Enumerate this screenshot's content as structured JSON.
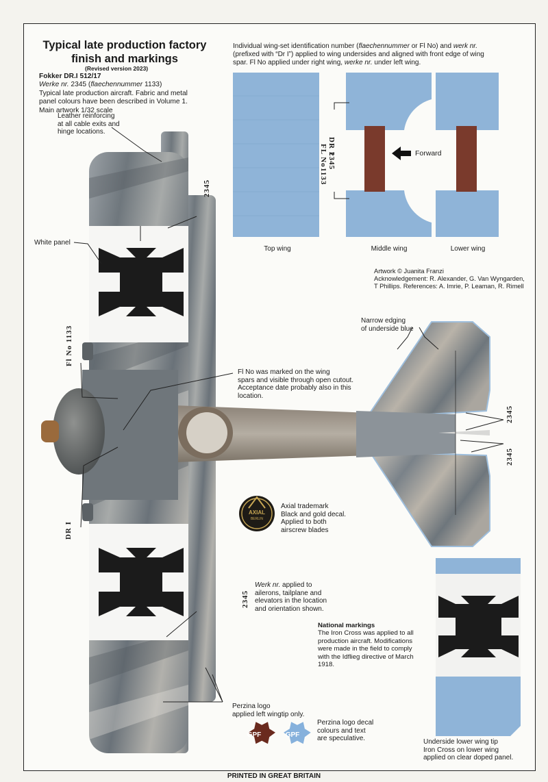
{
  "title_line1": "Typical late production factory",
  "title_line2": "finish and markings",
  "revision": "(Revised version 2023)",
  "aircraft": {
    "model": "Fokker DR.I 512/17",
    "werke_prefix": "Werke nr.",
    "werke_value": " 2345 (",
    "flaechen": "flaechennummer",
    "flaechen_value": " 1133)",
    "desc_line1": "Typical late production aircraft. Fabric and metal",
    "desc_line2": "panel colours have been described in Volume 1.",
    "desc_line3": "Main artwork 1/32 scale"
  },
  "wingset_note": {
    "line1a": "Individual wing-set identification number (",
    "line1b": "flaechennummer",
    "line1c": " or Fl No) and ",
    "line1d": "werk nr.",
    "line2": "(prefixed with “Dr I”) applied to wing undersides and aligned with front edge of wing",
    "line3a": "spar. Fl No applied under right wing, ",
    "line3b": "werke nr.",
    "line3c": " under left wing."
  },
  "wing_labels": {
    "top": "Top wing",
    "middle": "Middle wing",
    "lower": "Lower wing"
  },
  "forward": "Forward",
  "middle_marks": {
    "dr1": "DR I",
    "num": "2345",
    "flno": "FL No",
    "flnum": "1133"
  },
  "credits": {
    "line1": "Artwork © Juanita Franzi",
    "line2": "Acknowledgement: R. Alexander, G. Van Wyngarden,",
    "line3": "T Phillips. References: A. Imrie, P. Leaman, R. Rimell"
  },
  "callouts": {
    "leather_1": "Leather reinforcing",
    "leather_2": "at all cable exits and",
    "leather_3": "hinge locations.",
    "white_panel": "White panel",
    "narrow_1": "Narrow edging",
    "narrow_2": "of underside blue",
    "flno_1": "Fl No was marked on the wing",
    "flno_2": "spars and visible through open cutout.",
    "flno_3": "Acceptance date probably also in this",
    "flno_4": "location.",
    "axial_1": "Axial trademark",
    "axial_2": "Black and gold decal.",
    "axial_3": "Applied to both",
    "axial_4": "airscrew blades",
    "werk_1a": "Werk nr.",
    "werk_1b": " applied to",
    "werk_2": "ailerons, tailplane and",
    "werk_3": "elevators in the location",
    "werk_4": "and orientation shown.",
    "nat_title": "National markings",
    "nat_1": "The Iron Cross was applied to all",
    "nat_2": "production aircraft. Modifications",
    "nat_3": "were made in the field to comply",
    "nat_4": "with the Idflieg directive of March",
    "nat_5": "1918.",
    "perzina_1": "Perzina logo",
    "perzina_2": "applied left wingtip only.",
    "perzina_dec_1": "Perzina logo decal",
    "perzina_dec_2": "colours and text",
    "perzina_dec_3": "are speculative.",
    "under_1": "Underside lower wing tip",
    "under_2": "Iron Cross on lower wing",
    "under_3": "applied on clear doped panel."
  },
  "vertical_marks": {
    "num_2345": "2345",
    "fl_no_1133": "Fl No 1133",
    "dr_i": "DR I"
  },
  "axial_logo": {
    "big": "AXIAL",
    "small": "BERLIN"
  },
  "gpf": "GPF",
  "footer": "PRINTED IN GREAT BRITAIN",
  "colors": {
    "underside_blue": "#8fb4d8",
    "camo_grey": "#8d9399",
    "camo_dark": "#5e666c",
    "cross_black": "#1b1b1b",
    "strut_brown": "#7a3a2c",
    "gpf_brown": "#6a2a1e",
    "gpf_blue": "#86b1dc"
  }
}
